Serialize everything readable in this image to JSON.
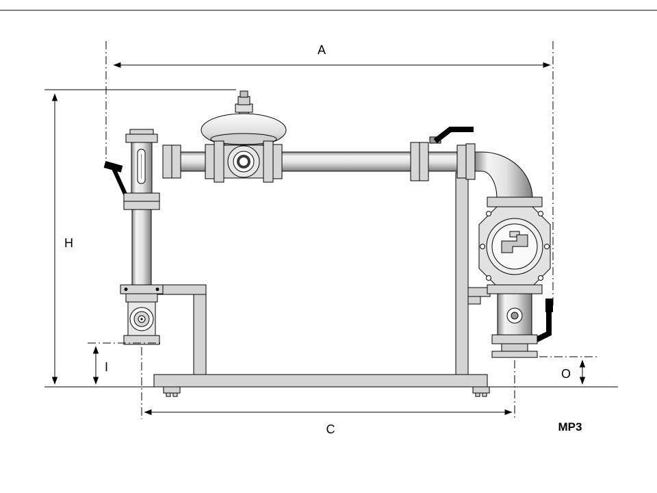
{
  "labels": {
    "dim_overall_width": "A",
    "dim_overall_height": "H",
    "dim_inlet_height": "I",
    "dim_center_distance": "C",
    "dim_outlet_height": "O",
    "model": "MP3"
  },
  "colors": {
    "line": "#000000",
    "background": "#ffffff",
    "metal_light": "#f4f4f4",
    "metal_mid": "#d6d6d6",
    "metal_dark": "#7f7f7f",
    "handle": "#000000"
  }
}
